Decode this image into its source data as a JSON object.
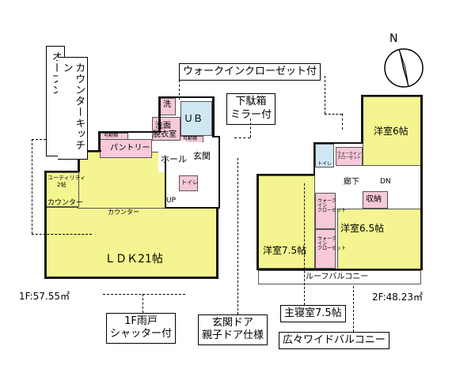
{
  "callouts": {
    "open_kitchen_top": "オープン",
    "open_kitchen_bottom": "カウンターキッチン",
    "walk_in_closet": "ウォークインクローゼット付",
    "shoe_cabinet_line1": "下駄箱",
    "shoe_cabinet_line2": "ミラー付",
    "shutter_line1": "1F雨戸",
    "shutter_line2": "シャッター付",
    "entrance_door_line1": "玄関ドア",
    "entrance_door_line2": "親子ドア仕様",
    "master_bedroom": "主寝室7.5帖",
    "wide_balcony": "広々ワイドバルコニー"
  },
  "floor1": {
    "area": "1F:57.55㎡",
    "rooms": {
      "ldk": "ＬＤＫ21帖",
      "utility": "ユーティリティ",
      "utility_size": "2帖",
      "counter1": "カウンター",
      "counter2": "カウンター",
      "pantry": "パントリー",
      "storage_small": "可動棚",
      "storage_small2": "可動棚",
      "laundry": "洗",
      "washroom": "洗面",
      "dressing": "脱衣室",
      "bath": "ＵＢ",
      "hall": "ホール",
      "entrance": "玄関",
      "toilet": "トイレ",
      "up": "UP"
    }
  },
  "floor2": {
    "area": "2F:48.23㎡",
    "rooms": {
      "western6": "洋室6帖",
      "western65": "洋室6.5帖",
      "western75": "洋室7.5帖",
      "corridor": "廊下",
      "dn": "DN",
      "storage": "収納",
      "toilet": "トイレ",
      "closet_small": "ウォークイン\nクローゼット",
      "closet_a": "ウォーク\nイン\nクローゼット",
      "closet_b": "ウォーク\nイン\nクローゼット",
      "roof_balcony": "ルーフバルコニー"
    }
  },
  "compass": {
    "label": "N"
  },
  "colors": {
    "room_yellow": "#f4f590",
    "room_pink": "#f7c9da",
    "room_blue": "#cfe6f3"
  }
}
